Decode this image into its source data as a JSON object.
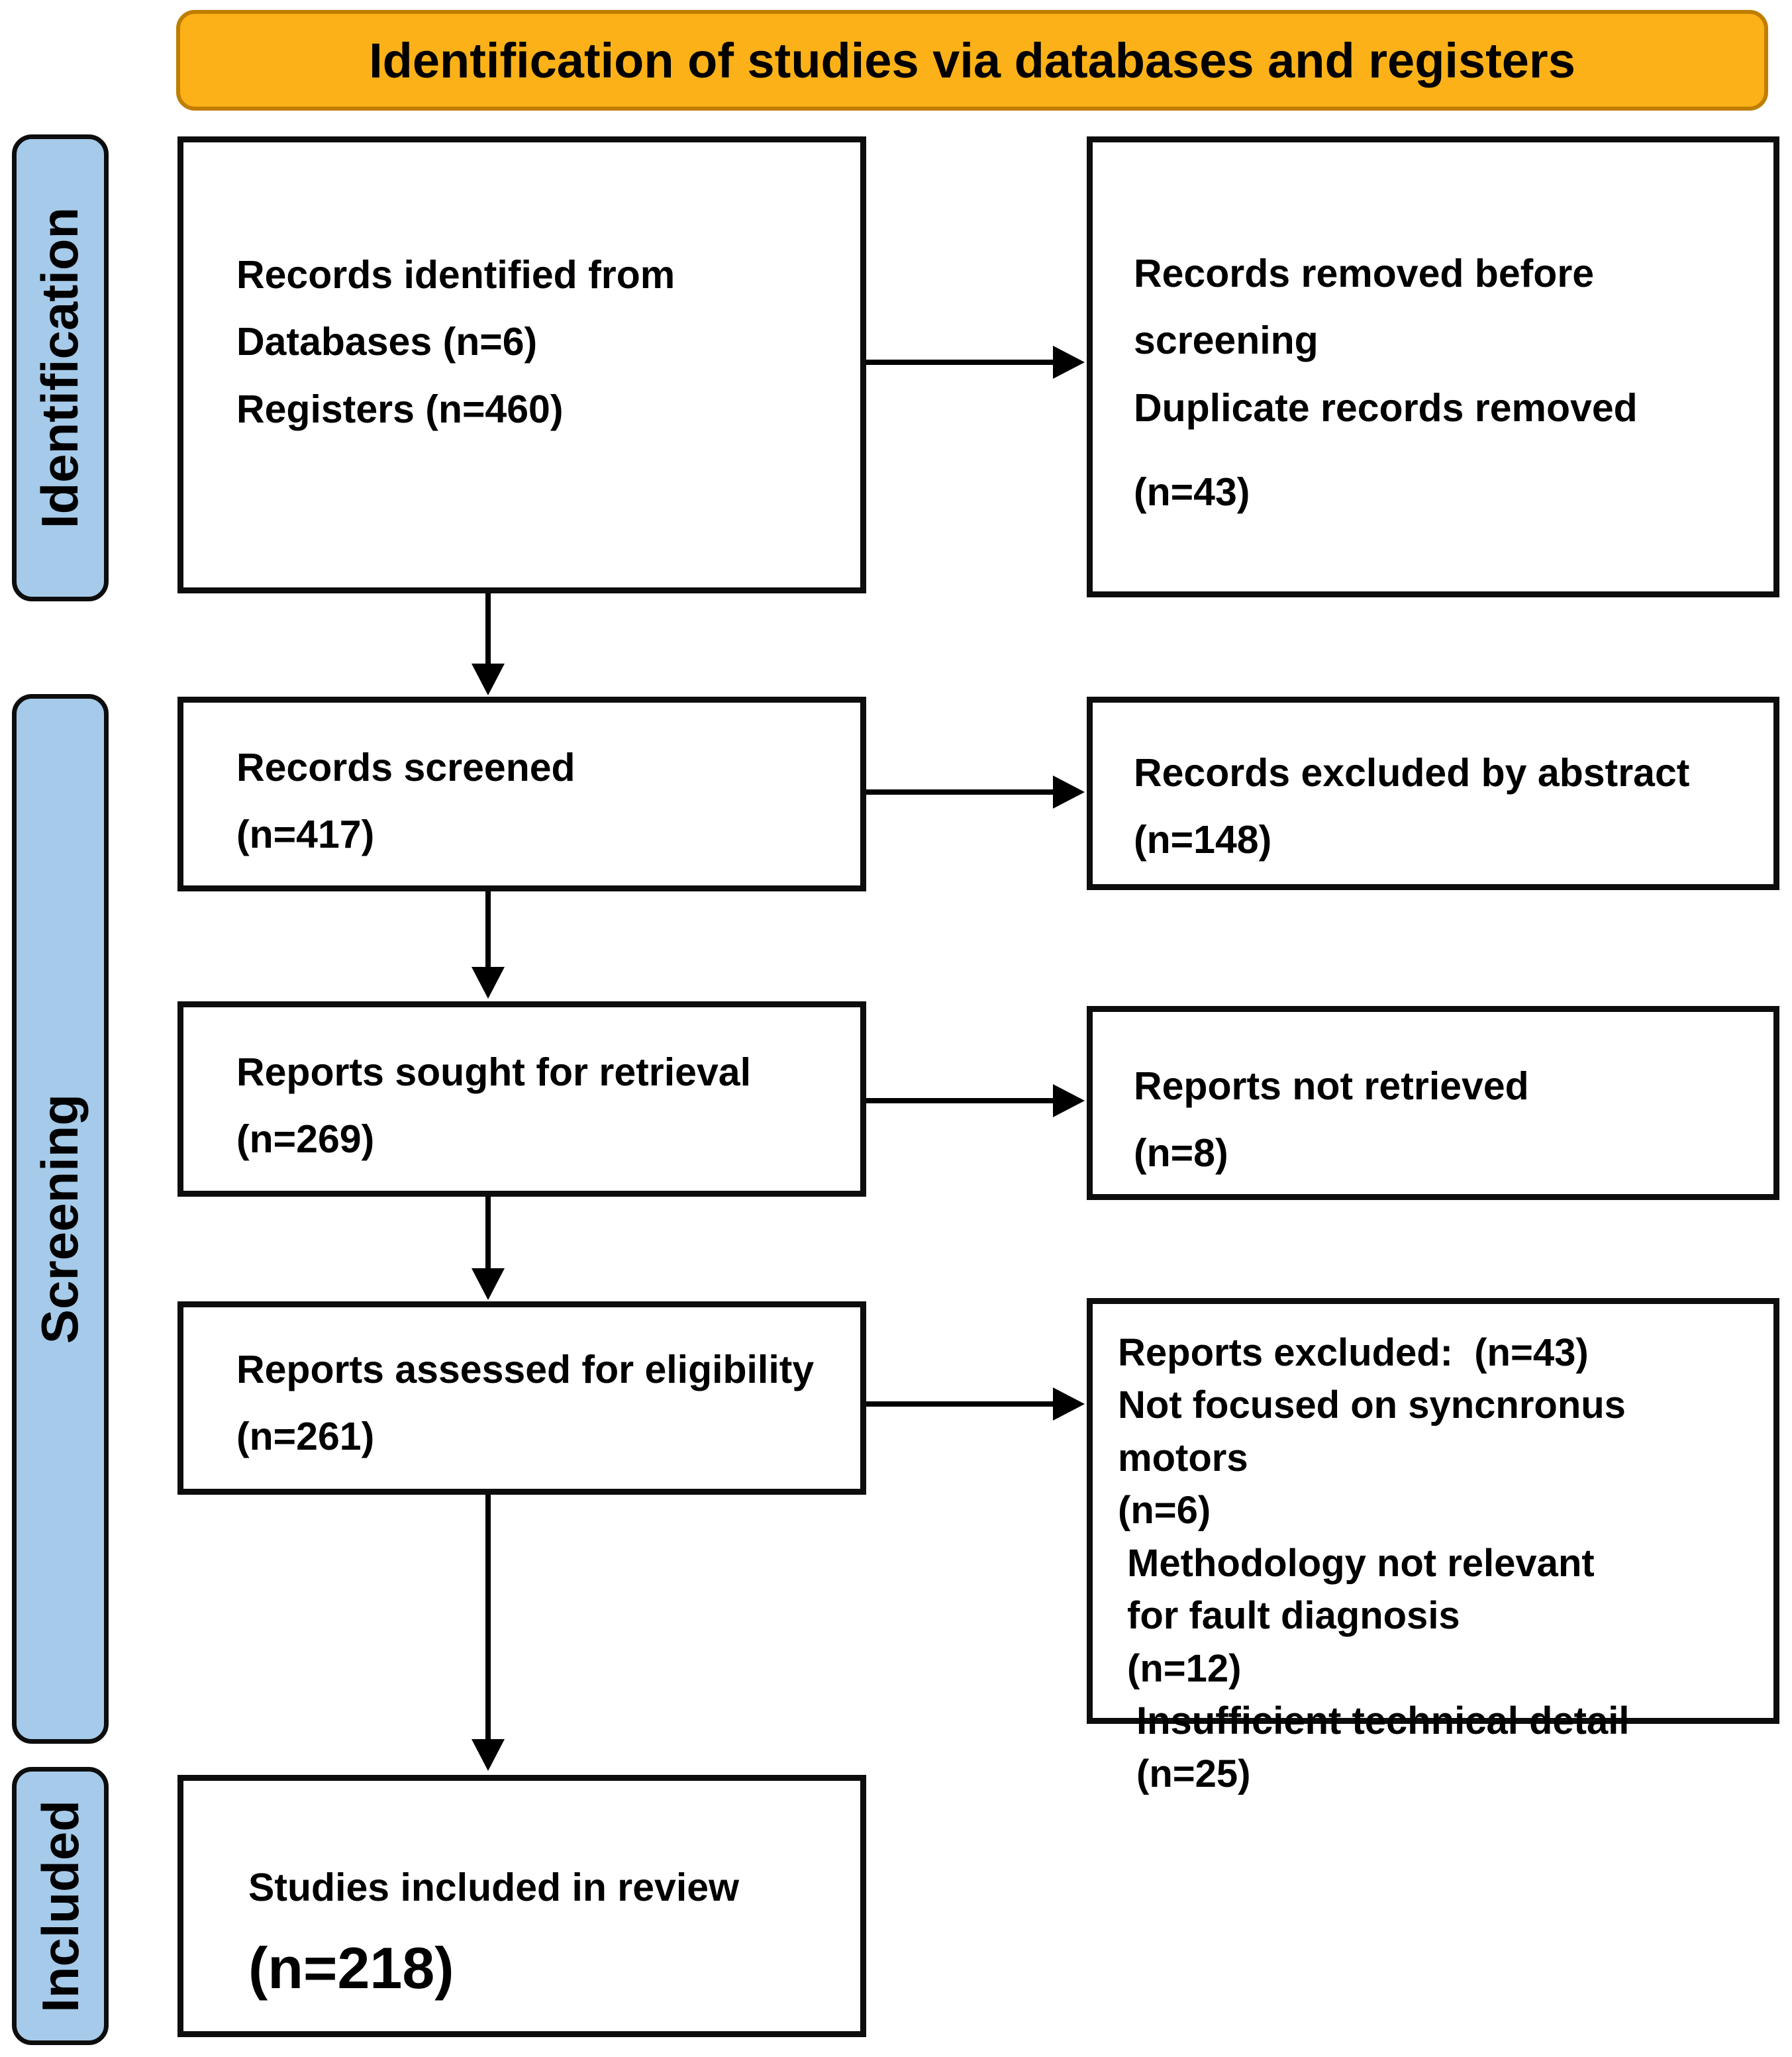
{
  "title": {
    "text": "Identification of studies via databases and registers"
  },
  "colors": {
    "banner_bg": "#FBB117",
    "banner_border": "#C07E00",
    "stage_bg": "#A6CAE9",
    "box_border": "#0D0D0D"
  },
  "stages": {
    "identification": "Identification",
    "screening": "Screening",
    "included": "Included"
  },
  "boxes": {
    "records_identified": {
      "lines": [
        "Records identified from",
        "Databases (n=6)",
        "Registers (n=460)"
      ]
    },
    "records_removed": {
      "lines": [
        "Records removed before screening",
        "Duplicate records removed",
        "(n=43)"
      ]
    },
    "records_screened": {
      "lines": [
        "Records screened",
        "(n=417)"
      ]
    },
    "records_excluded_abstract": {
      "lines": [
        "Records excluded by abstract",
        "(n=148)"
      ]
    },
    "reports_sought": {
      "lines": [
        "Reports sought for retrieval",
        "(n=269)"
      ]
    },
    "reports_not_retrieved": {
      "lines": [
        "Reports not retrieved",
        "(n=8)"
      ]
    },
    "reports_assessed": {
      "lines": [
        "Reports assessed for eligibility",
        "(n=261)"
      ]
    },
    "reports_excluded": {
      "lines": [
        "Reports excluded:  (n=43)",
        "Not focused on syncnronus motors",
        "(n=6)",
        "Methodology not relevant",
        "for fault diagnosis",
        "(n=12)",
        "Insufficient technical detail",
        "(n=25)"
      ]
    },
    "studies_included": {
      "lines": [
        "Studies included in review",
        "(n=218)"
      ]
    }
  }
}
